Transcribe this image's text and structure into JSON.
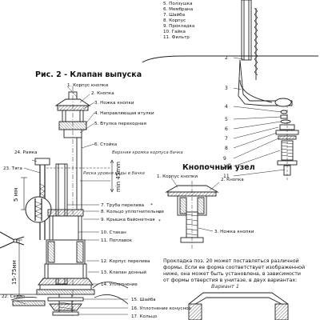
{
  "legend_top": [
    "5. Ползушка",
    "6. Мембрана",
    "7. Шайба",
    "8. Корпус",
    "9. Прокладка",
    "10. Гайка",
    "11. Фильтр"
  ],
  "fig2_title": "Рис. 2 - Клапан выпуска",
  "fig2_labels": {
    "l1": "1. Корпус кнопки",
    "l2": "2. Кнопка",
    "l3": "3. Ножка кнопки",
    "l4": "4. Направляющая втулки",
    "l5": "5. Втулка переходная",
    "l6": "6. Стойка",
    "l7": "7. Труба перелива",
    "l8": "8. Кольцо уплотнительное",
    "l9": "9. Крышка байонетная",
    "l10": "10. Стакан",
    "l11": "11. Поплавок",
    "l12": "12. Корпус перелива",
    "l13": "13. Клапан донный",
    "l14": "14. Уплотнение",
    "l15": "15. Шайба",
    "l16": "16. Уплотнение конусное",
    "l17": "17. Кольцо",
    "l22": "22. Седло",
    "l23": "23. Тяга",
    "l24": "24. Рамка"
  },
  "fig2_notes": {
    "upper_edge": "Верхняя кромка корпуса бачка",
    "water_level": "Риска уровня воды в бачке",
    "min45": "min 45mm",
    "five_mm": "5 мм",
    "range": "15-75мм"
  },
  "right_nums": [
    "2",
    "3",
    "4",
    "5",
    "6",
    "7",
    "8",
    "9",
    "10",
    "11"
  ],
  "button_assembly": {
    "title": "Кнопочный узел",
    "l1": "1. Корпус кнопки",
    "l2": "2. Кнопка",
    "l3": "3. Ножка кнопки"
  },
  "note_paragraph": [
    "Прокладка поз. 20 может поставляться различной",
    "формы. Если ее форма соответствует изображенной",
    "ниже, она может быть установлена, в зависимости",
    "от формы отверстия в унитазе, в двух вариантах:"
  ],
  "variant1": "Вариант 1"
}
